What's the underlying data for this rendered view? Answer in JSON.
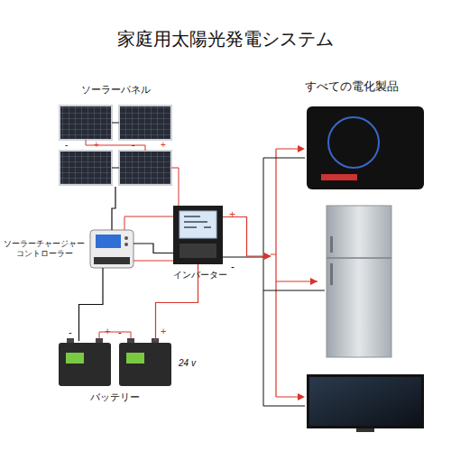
{
  "diagram": {
    "title": "家庭用太陽光発電システム",
    "nodes": [
      {
        "text": [
          "ソーラーパネル"
        ]
      },
      {
        "text": [
          "ソーラーチャージャー コントローラー"
        ]
      },
      {
        "text": [
          "インバーター"
        ]
      },
      {
        "text": [
          "バッテリー"
        ]
      },
      {
        "text": [
          "すべての電化製品"
        ]
      }
    ],
    "edges": [
      {
        "from": 0,
        "to": 1,
        "arrow": "none"
      },
      {
        "from": 1,
        "to": 3,
        "arrow": "none"
      },
      {
        "from": 1,
        "to": 2,
        "arrow": "none"
      },
      {
        "from": 3,
        "to": 2,
        "arrow": "none"
      },
      {
        "from": 2,
        "to": 4,
        "arrow": "to"
      }
    ],
    "labels": [
      "-",
      "+",
      "-",
      "+",
      "+",
      "-",
      "-",
      "+",
      "-",
      "+",
      "24 v"
    ]
  }
}
